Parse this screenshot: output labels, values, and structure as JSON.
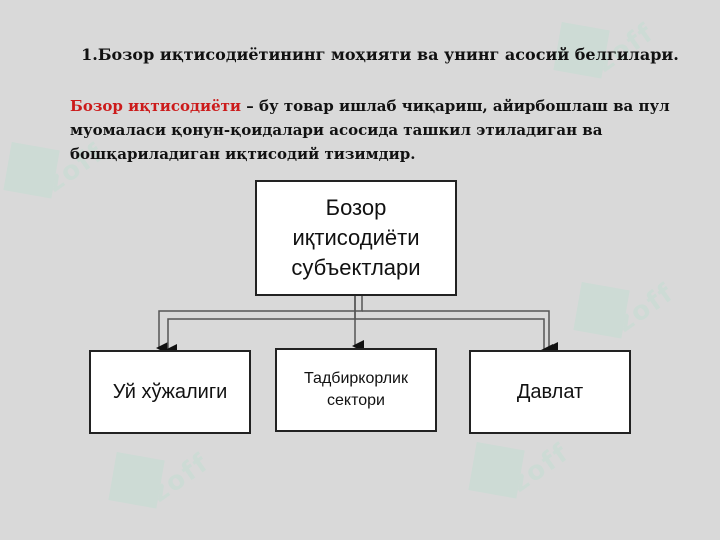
{
  "slide": {
    "title": "1.Бозор иқтисодиётининг  моҳияти ва унинг асосий белгилари.",
    "definition": {
      "term": "Бозор иқтисодиёти",
      "text": " – бу товар ишлаб чиқариш, айирбошлаш ва пул муомаласи қонун-қоидалари асосида ташкил этиладиган ва бошқариладиган иқтисодий тизимдир."
    },
    "watermark": {
      "icon": "diamond-logo-icon",
      "text": "zoff"
    },
    "diagram": {
      "root": "Бозор иқтисодиёти субъектлари",
      "children": [
        "Уй хўжалиги",
        "Тадбиркорлик сектори",
        "Давлат"
      ]
    },
    "colors": {
      "background": "#d9d9d9",
      "term": "#cc1b1b",
      "watermark": "#c9dcd4",
      "box_border": "#222222",
      "connector": "#555555"
    }
  }
}
